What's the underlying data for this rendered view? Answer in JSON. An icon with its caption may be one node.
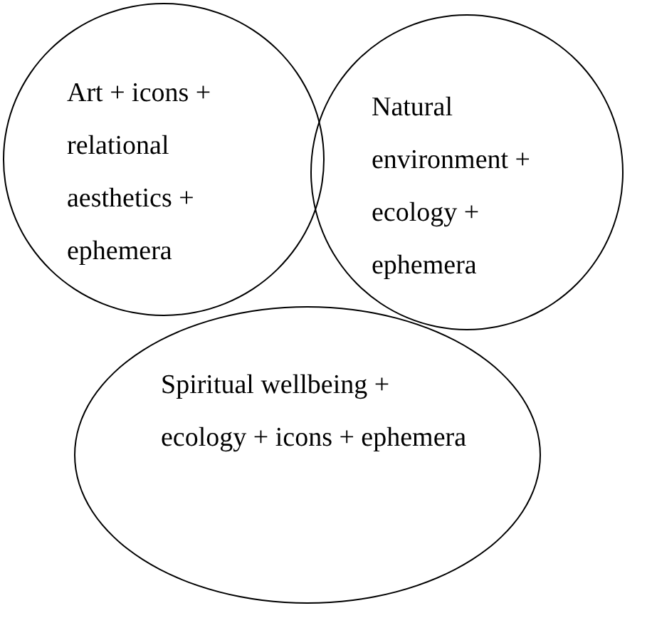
{
  "diagram": {
    "nodes": [
      {
        "text": [
          "Art + icons + relational aesthetics + ephemera"
        ]
      },
      {
        "text": [
          "Natural environment + ecology + ephemera"
        ]
      },
      {
        "text": [
          "Spiritual wellbeing + ecology + icons + ephemera"
        ]
      }
    ]
  }
}
